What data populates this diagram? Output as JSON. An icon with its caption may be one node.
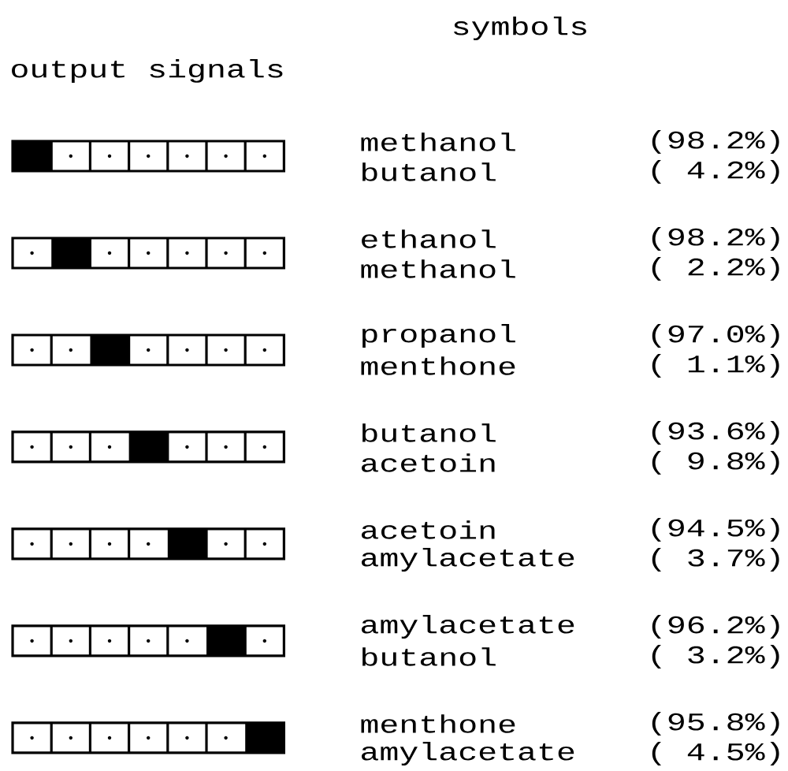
{
  "diagram": {
    "labels": [
      "symbols",
      "output signals",
      "methanol",
      "(98.2%)",
      "butanol",
      "( 4.2%)",
      "ethanol",
      "(98.2%)",
      "methanol",
      "( 2.2%)",
      "propanol",
      "(97.0%)",
      "menthone",
      "( 1.1%)",
      "butanol",
      "(93.6%)",
      "acetoin",
      "( 9.8%)",
      "acetoin",
      "(94.5%)",
      "amylacetate",
      "( 3.7%)",
      "amylacetate",
      "(96.2%)",
      "butanol",
      "( 3.2%)",
      "menthone",
      "(95.8%)",
      "amylacetate",
      "( 4.5%)"
    ]
  }
}
